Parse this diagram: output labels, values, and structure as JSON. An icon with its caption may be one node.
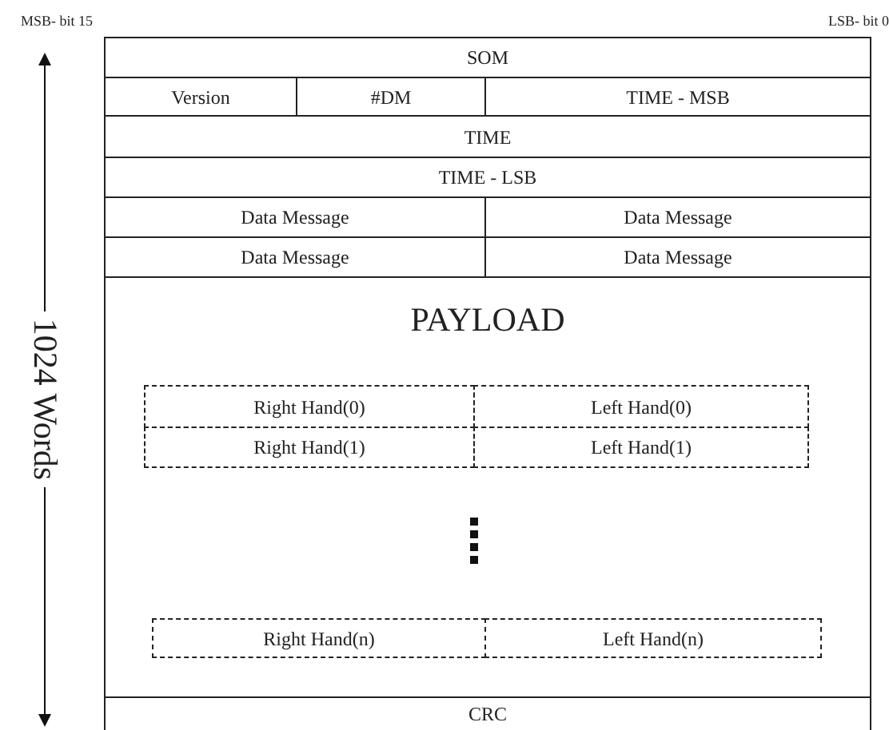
{
  "diagram": {
    "nodes": [
      {
        "text": [
          "SOM"
        ]
      },
      {
        "text": [
          "Version"
        ]
      },
      {
        "text": [
          "#DM"
        ]
      },
      {
        "text": [
          "TIME - MSB"
        ]
      },
      {
        "text": [
          "TIME"
        ]
      },
      {
        "text": [
          "TIME - LSB"
        ]
      },
      {
        "text": [
          "Data Message"
        ]
      },
      {
        "text": [
          "Data Message"
        ]
      },
      {
        "text": [
          "Data Message"
        ]
      },
      {
        "text": [
          "Data Message"
        ]
      },
      {
        "text": [
          "PAYLOAD"
        ]
      },
      {
        "text": [
          "Right Hand(0)"
        ],
        "in": 10
      },
      {
        "text": [
          "Left Hand(0)"
        ],
        "in": 10
      },
      {
        "text": [
          "Right Hand(1)"
        ],
        "in": 10
      },
      {
        "text": [
          "Left Hand(1)"
        ],
        "in": 10
      },
      {
        "text": [
          "Right Hand(n)"
        ],
        "in": 10
      },
      {
        "text": [
          "Left Hand(n)"
        ],
        "in": 10
      },
      {
        "text": [
          "CRC"
        ]
      }
    ],
    "edges": [],
    "labels": [
      "MSB- bit 15",
      "LSB- bit 0",
      "1024 Words"
    ]
  }
}
